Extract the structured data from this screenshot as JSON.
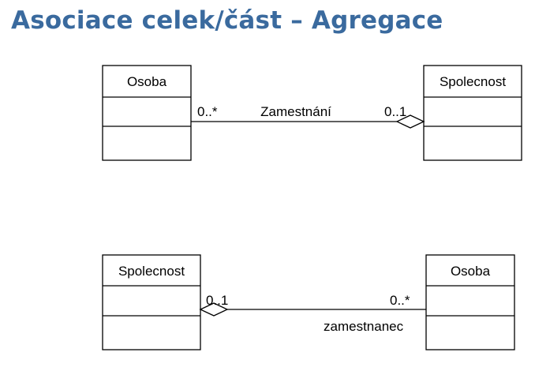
{
  "title": "Asociace celek/část – Agregace",
  "diagram1": {
    "left_class": "Osoba",
    "right_class": "Spolecnost",
    "left_multiplicity": "0..*",
    "right_multiplicity": "0..1",
    "association_label": "Zamestnání"
  },
  "diagram2": {
    "left_class": "Spolecnost",
    "right_class": "Osoba",
    "left_multiplicity": "0..1",
    "right_multiplicity": "0..*",
    "role_label": "zamestnanec"
  }
}
